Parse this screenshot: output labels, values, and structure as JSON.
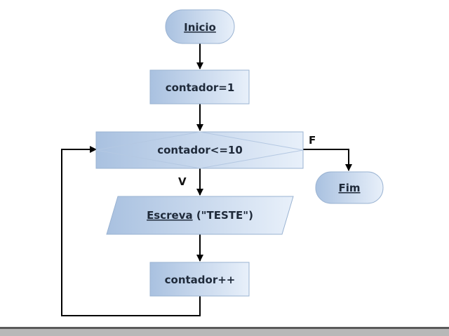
{
  "flowchart": {
    "start": {
      "label": "Inicio"
    },
    "init": {
      "label": "contador=1"
    },
    "condition": {
      "label": "contador<=10"
    },
    "end": {
      "label": "Fim"
    },
    "output": {
      "keyword": "Escreva",
      "argument": " (\"TESTE\")"
    },
    "increment": {
      "label": "contador++"
    },
    "edge_labels": {
      "true": "V",
      "false": "F"
    }
  },
  "colors": {
    "fill_dark": "#a9c1e0",
    "fill_light": "#e8f0fa",
    "stroke": "#9ab3d2",
    "line": "#000000",
    "bottom_bar": "#b8b8b8"
  }
}
